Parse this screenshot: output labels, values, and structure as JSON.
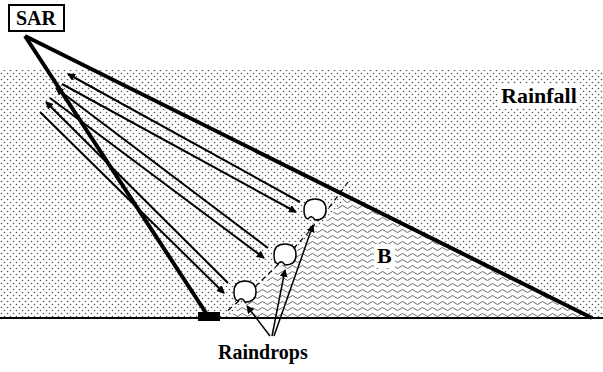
{
  "diagram": {
    "nodes": [
      {
        "text": [
          "SAR"
        ]
      }
    ],
    "labels": [
      "Rainfall",
      "B",
      "Raindrops"
    ]
  }
}
